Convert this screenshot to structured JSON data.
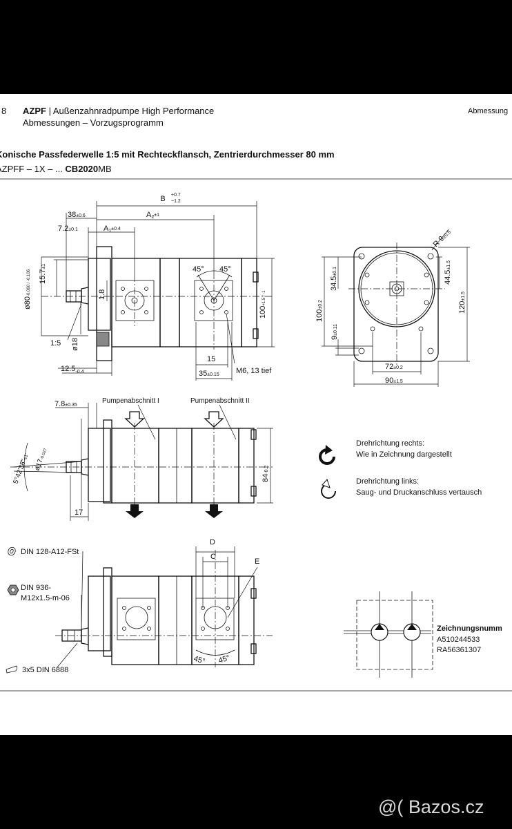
{
  "header": {
    "page_number": "8",
    "brand": "AZPF",
    "separator": " | ",
    "subtitle": "Außenzahnradpumpe High Performance",
    "section": "Abmessungen – Vorzugsprogramm",
    "right_title": "Abmessung"
  },
  "heading": {
    "title": "Konische Passfederwelle 1:5 mit Rechteckflansch, Zentrierdurchmesser 80 mm",
    "code_prefix": "AZPFF – 1X – ... ",
    "code_bold": "CB2020",
    "code_suffix": "MB"
  },
  "dimensions": {
    "b": "B",
    "b_tol_upper": "+0.7",
    "b_tol_lower": "−1.2",
    "d38": "38",
    "d38_tol": "±0.6",
    "a2": "A",
    "a2_sub": "2",
    "a2_tol": "±1",
    "d72": "7.2",
    "d72_tol": "±0.1",
    "a1": "A",
    "a1_sub": "1",
    "a1_tol": "±0.4",
    "d157": "15.7",
    "d157_tol": "±1",
    "dia80": "ø80",
    "dia80_tol": "-0.060 / -0.106",
    "d18a": "1.8",
    "d100a": "100",
    "d100a_tol": "+1.5 / -1",
    "angle45a": "45°",
    "angle45b": "45°",
    "ratio": "1:5",
    "dia18": "ø18",
    "d125": "12.5",
    "d125_tol": "-0.4",
    "d15": "15",
    "d35": "35",
    "d35_tol": "±0.15",
    "thread": "M6, 13 tief",
    "r9": "R 9",
    "r9_tol": "±0.5",
    "d345": "34.5",
    "d345_tol": "±0.1",
    "d445": "44.5",
    "d445_tol": "±1.5",
    "d100b": "100",
    "d100b_tol": "±0.2",
    "d120": "120",
    "d120_tol": "±1.5",
    "d9": "9",
    "d9_tol": "±0.11",
    "d72b": "72",
    "d72b_tol": "±0.2",
    "d90": "90",
    "d90_tol": "±1.5",
    "d78": "7.8",
    "d78_tol": "±0.35",
    "angle5": "5°42'38\"",
    "angle5_tol": "±1'",
    "dia17": "ø17",
    "dia17_tol": "-0.027",
    "d84": "84",
    "d84_tol": "-0.2",
    "d17": "17",
    "label_d": "D",
    "label_c": "C",
    "label_e": "E",
    "angle45c": "45°",
    "angle45d": "45°"
  },
  "labels": {
    "section_1": "Pumpenabschnitt I",
    "section_2": "Pumpenabschnitt II",
    "rotation_right_title": "Drehrichtung rechts:",
    "rotation_right_desc": "Wie in Zeichnung dargestellt",
    "rotation_left_title": "Drehrichtung links:",
    "rotation_left_desc": "Saug- und Druckanschluss vertausch",
    "part_1": "DIN 128-A12-FSt",
    "part_2a": "DIN 936-",
    "part_2b": "M12x1.5-m-06",
    "part_3": "3x5 DIN 6888",
    "drawing_numbers_title": "Zeichnungsnumm",
    "drawing_number_1": "A510244533",
    "drawing_number_2": "RA56361307"
  },
  "icons": {
    "rotation_right": "clockwise-arrow-icon",
    "rotation_left": "counterclockwise-arrow-icon",
    "washer": "washer-icon",
    "nut": "hex-nut-icon",
    "key": "woodruff-key-icon",
    "watermark_logo": "bazos-logo"
  },
  "watermark": {
    "text": "@( Bazos.cz"
  },
  "colors": {
    "background": "#000000",
    "paper": "#ffffff",
    "ink": "#111111",
    "gray_fill": "#888888",
    "watermark": "#d8d8d8"
  }
}
